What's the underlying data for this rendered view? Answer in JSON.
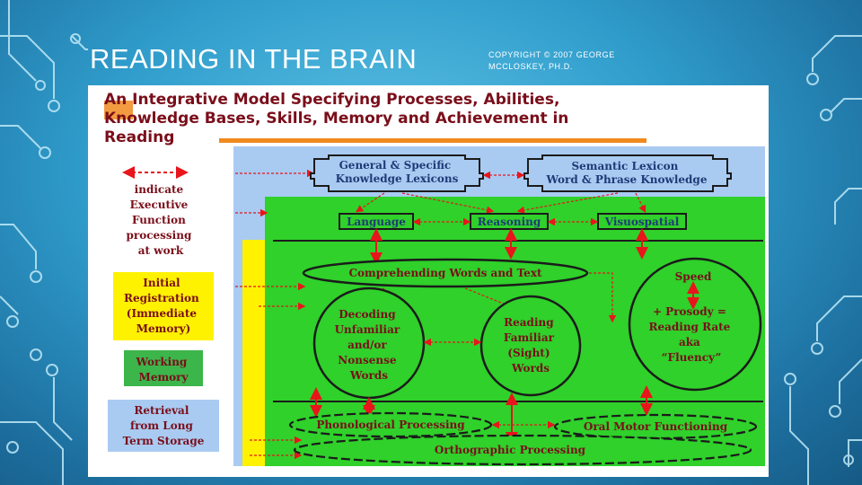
{
  "slide": {
    "title": "READING IN THE BRAIN",
    "copyright": "COPYRIGHT © 2007 GEORGE MCCLOSKEY, PH.D."
  },
  "figure": {
    "title_lines": [
      "An Integrative Model Specifying Processes, Abilities,",
      "Knowledge Bases, Skills, Memory and Achievement in",
      "Reading"
    ],
    "legend": {
      "executive_lines": [
        "indicate",
        "Executive",
        "Function",
        "processing",
        "at work"
      ],
      "initial_registration_lines": [
        "Initial",
        "Registration",
        "(Immediate",
        "Memory)"
      ],
      "working_memory_lines": [
        "Working",
        "Memory"
      ],
      "retrieval_lines": [
        "Retrieval",
        "from Long",
        "Term Storage"
      ]
    },
    "knowledge": {
      "general_lines": [
        "General & Specific",
        "Knowledge Lexicons"
      ],
      "semantic_lines": [
        "Semantic Lexicon",
        "Word & Phrase Knowledge"
      ]
    },
    "abilities": {
      "language": "Language",
      "reasoning": "Reasoning",
      "visuospatial": "Visuospatial"
    },
    "skills": {
      "comprehending": "Comprehending Words and Text",
      "decoding_lines": [
        "Decoding",
        "Unfamiliar",
        "and/or",
        "Nonsense",
        "Words"
      ],
      "familiar_lines": [
        "Reading",
        "Familiar",
        "(Sight)",
        "Words"
      ],
      "speed": "Speed",
      "fluency_lines": [
        "+ Prosody =",
        "Reading Rate",
        "aka",
        "“Fluency”"
      ]
    },
    "processes": {
      "phonological": "Phonological Processing",
      "oral_motor": "Oral Motor Functioning",
      "orthographic": "Orthographic Processing"
    }
  },
  "colors": {
    "red": "#e8151b",
    "maroon": "#7a0e1a",
    "green": "#2fd12a",
    "yellow": "#fff200",
    "lightblue": "#a9cbf2",
    "orange": "#f08a1f"
  }
}
